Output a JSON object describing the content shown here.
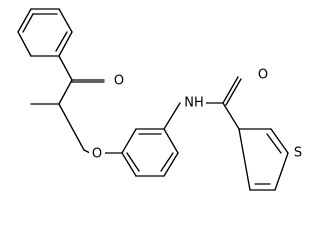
{
  "labels": {
    "o_ketone": "O",
    "nh": "NH",
    "o_amide": "O",
    "o_ether": "O",
    "s_thiophene": "S"
  }
}
